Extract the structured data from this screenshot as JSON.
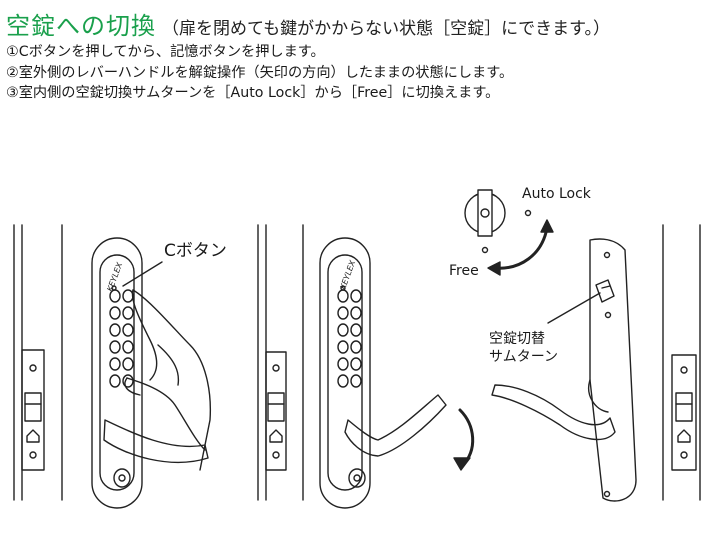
{
  "title": {
    "main": "空錠への切換",
    "sub": "（扉を閉めても鍵がかからない状態［空錠］にできます。）"
  },
  "steps": [
    "①Cボタンを押してから、記憶ボタンを押します。",
    "②室外側のレバーハンドルを解錠操作（矢印の方向）したままの状態にします。",
    "③室内側の空錠切換サムターンを［Auto Lock］から［Free］に切換えます。"
  ],
  "illustration": {
    "c_button_label": "Cボタン",
    "auto_lock_label": "Auto Lock",
    "free_label": "Free",
    "thumbturn_label_line1": "空錠切替",
    "thumbturn_label_line2": "サムターン",
    "brand": "KEYLEX"
  },
  "colors": {
    "title_green": "#1aa04c",
    "line": "#222222"
  }
}
